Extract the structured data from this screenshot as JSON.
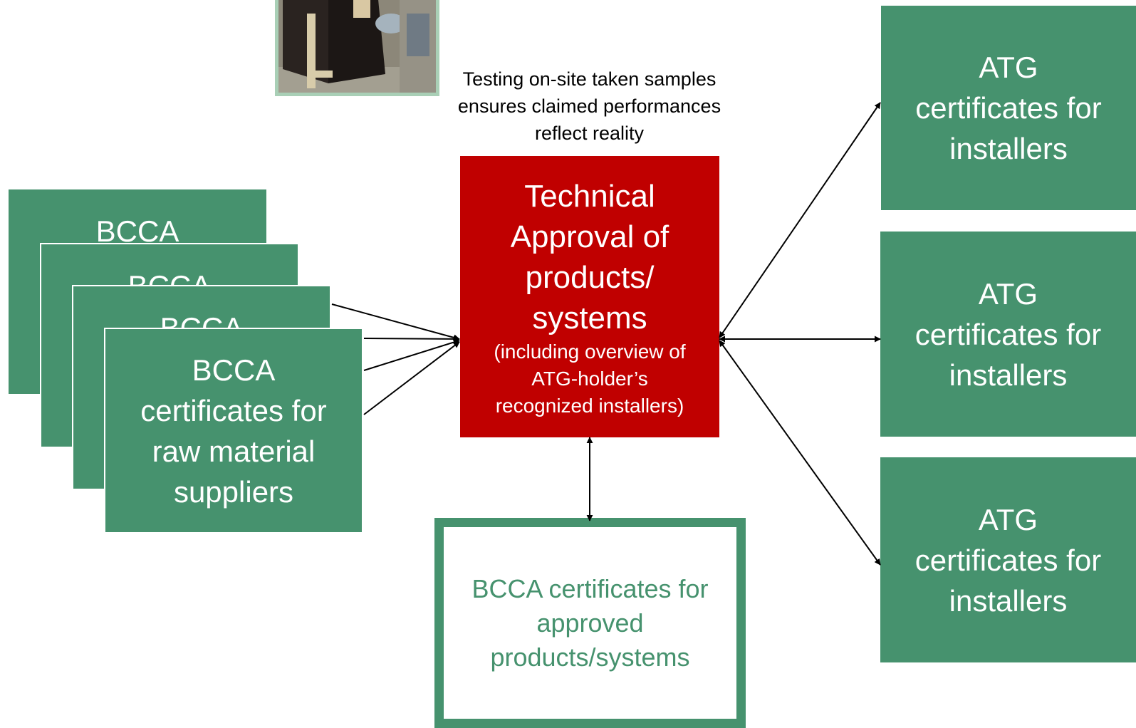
{
  "photo": {
    "icon": "testing-site-photo-icon"
  },
  "caption": {
    "line1": "Testing on-site taken samples",
    "line2": "ensures claimed performances",
    "line3": "reflect reality"
  },
  "center": {
    "line1": "Technical",
    "line2": "Approval of",
    "line3": "products/",
    "line4": "systems",
    "sub1": "(including overview of",
    "sub2": "ATG-holder’s",
    "sub3": "recognized installers)"
  },
  "suppliers": {
    "stack_label": "BCCA",
    "line1": "BCCA",
    "line2": "certificates for",
    "line3": "raw material",
    "line4": "suppliers"
  },
  "atg": [
    {
      "line1": "ATG",
      "line2": "certificates for",
      "line3": "installers"
    },
    {
      "line1": "ATG",
      "line2": "certificates for",
      "line3": "installers"
    },
    {
      "line1": "ATG",
      "line2": "certificates for",
      "line3": "installers"
    }
  ],
  "products": {
    "line1": "BCCA certificates for",
    "line2": "approved",
    "line3": "products/systems"
  },
  "colors": {
    "green": "#46926e",
    "red": "#c00000",
    "photo_border": "#a9cfb6"
  }
}
